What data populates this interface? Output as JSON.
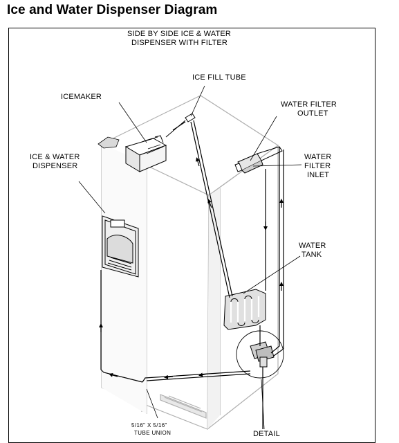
{
  "page": {
    "title": "Ice and Water Dispenser Diagram"
  },
  "diagram": {
    "header_line1": "SIDE BY SIDE ICE & WATER",
    "header_line2": "DISPENSER WITH FILTER",
    "labels": {
      "ice_fill_tube": "ICE FILL TUBE",
      "icemaker": "ICEMAKER",
      "water_filter_outlet_1": "WATER FILTER",
      "water_filter_outlet_2": "OUTLET",
      "ice_water_dispenser_1": "ICE & WATER",
      "ice_water_dispenser_2": "DISPENSER",
      "water_filter_inlet_1": "WATER",
      "water_filter_inlet_2": "FILTER",
      "water_filter_inlet_3": "INLET",
      "water_tank_1": "WATER",
      "water_tank_2": "TANK",
      "tube_union_1": "5/16\" X 5/16\"",
      "tube_union_2": "TUBE UNION",
      "detail": "DETAIL"
    },
    "colors": {
      "line": "#000000",
      "fill": "#ffffff",
      "shade": "#d9d9d9",
      "ghost": "#b0b0b0"
    }
  }
}
